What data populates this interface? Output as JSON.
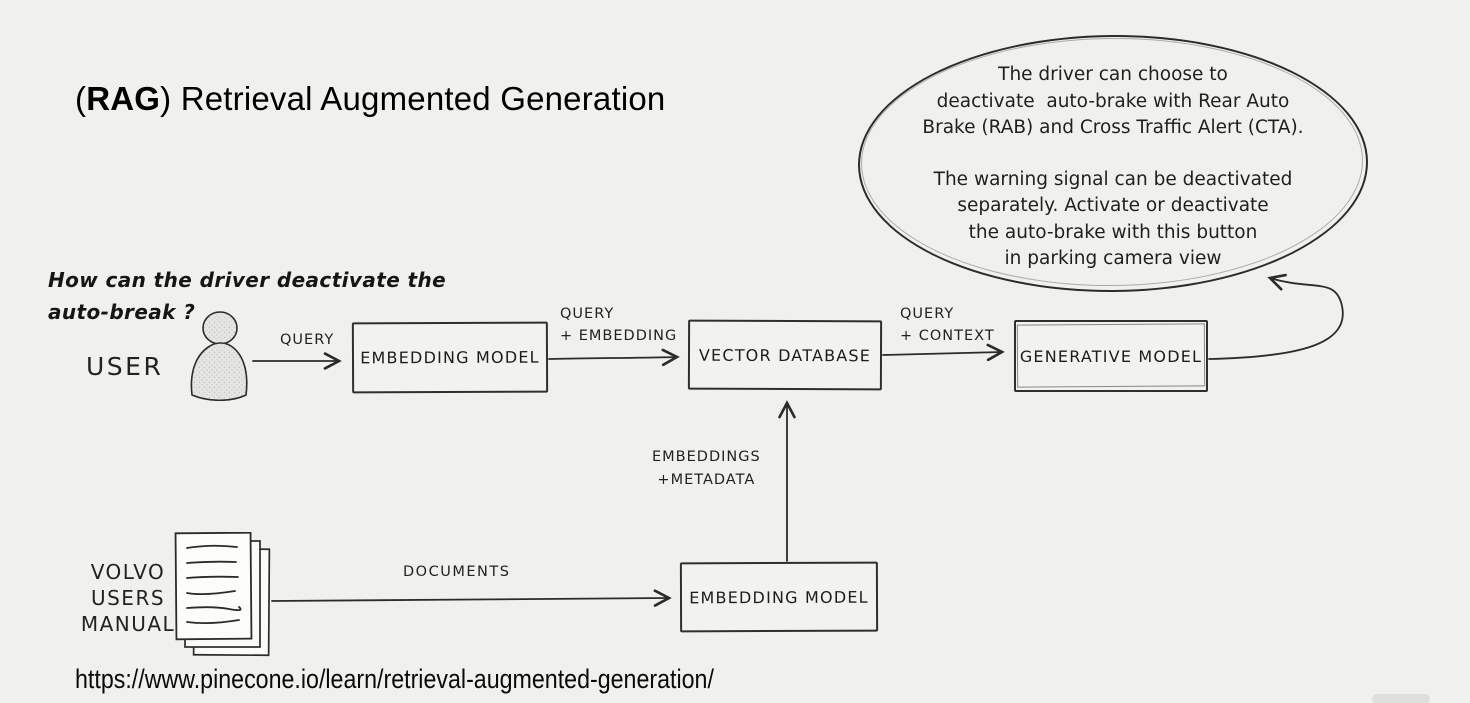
{
  "colors": {
    "background": "#f0f0ed",
    "ink": "#2b2b2b",
    "paper": "#fbfbf9"
  },
  "title": {
    "open": "(",
    "acronym": "RAG",
    "rest": ") Retrieval Augmented Generation"
  },
  "bubble": {
    "p1": [
      "The driver can choose to",
      "deactivate  auto-brake with Rear Auto",
      "Brake (RAB) and Cross Traffic Alert (CTA)."
    ],
    "p2": [
      "The warning signal can be deactivated",
      "separately. Activate or deactivate",
      "the auto-brake with this button",
      "in parking camera view"
    ]
  },
  "question": {
    "line1": "How can the driver deactivate the",
    "line2": "auto-break ?"
  },
  "user": {
    "label": "USER"
  },
  "source": {
    "line1": "VOLVO",
    "line2": "USERS",
    "line3": "MANUAL"
  },
  "nodes": {
    "embedding_model_top": "EMBEDDING MODEL",
    "vector_database": "VECTOR DATABASE",
    "generative_model": "GENERATIVE MODEL",
    "embedding_model_bottom": "EMBEDDING MODEL"
  },
  "edges": {
    "query": "QUERY",
    "query_embedding_l1": "QUERY",
    "query_embedding_l2": "+ EMBEDDING",
    "query_context_l1": "QUERY",
    "query_context_l2": "+ CONTEXT",
    "documents": "DOCUMENTS",
    "embeddings_metadata_l1": "EMBEDDINGS",
    "embeddings_metadata_l2": "+METADATA"
  },
  "icons": {
    "person": "person-icon",
    "documents": "documents-icon"
  },
  "footer": {
    "url": "https://www.pinecone.io/learn/retrieval-augmented-generation/"
  }
}
